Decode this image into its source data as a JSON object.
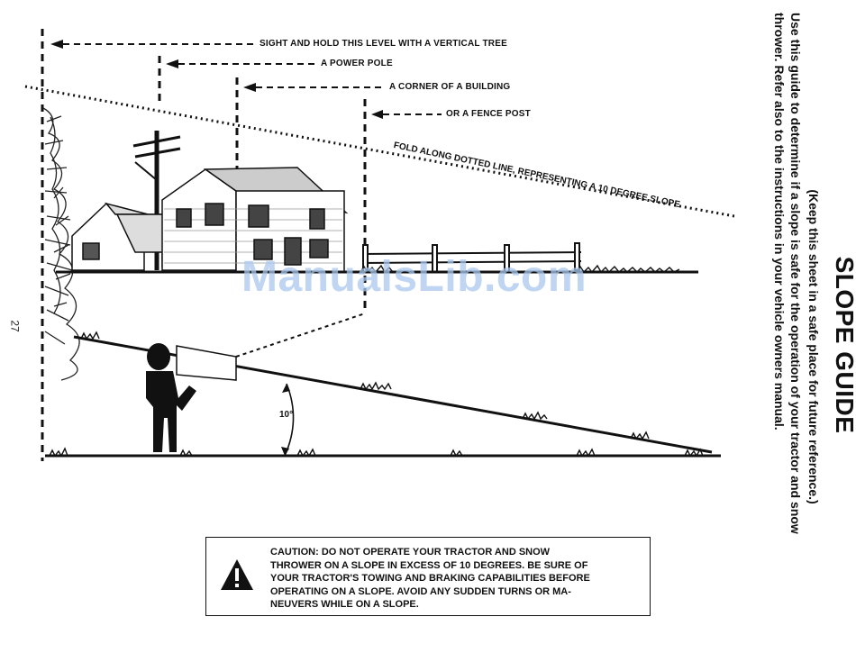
{
  "labels": {
    "tree": "SIGHT AND HOLD THIS LEVEL WITH A VERTICAL TREE",
    "power_pole": "A POWER POLE",
    "building": "A CORNER OF A BUILDING",
    "fence_post": "OR A FENCE POST",
    "fold_line": "FOLD ALONG DOTTED LINE, REPRESENTING A 10 DEGREE SLOPE",
    "angle": "10°"
  },
  "page_number": "27",
  "header": {
    "title": "SLOPE GUIDE",
    "keep": "(Keep this sheet in a safe place for future reference.)",
    "instruction_line1": "Use this guide to determine if a slope is safe for the operation of your tractor and snow",
    "instruction_line2": "thrower. Refer also to the instructions in your vehicle owners manual."
  },
  "caution": {
    "line1": "CAUTION:  DO NOT OPERATE YOUR TRACTOR AND SNOW",
    "line2": "THROWER ON A SLOPE IN EXCESS OF 10 DEGREES. BE SURE OF",
    "line3": "YOUR TRACTOR'S TOWING AND BRAKING CAPABILITIES BEFORE",
    "line4": "OPERATING ON A SLOPE. AVOID ANY SUDDEN TURNS OR MA-",
    "line5": "NEUVERS WHILE ON A SLOPE.",
    "icon": "warning-triangle-icon"
  },
  "watermark": "ManualsLib.com"
}
